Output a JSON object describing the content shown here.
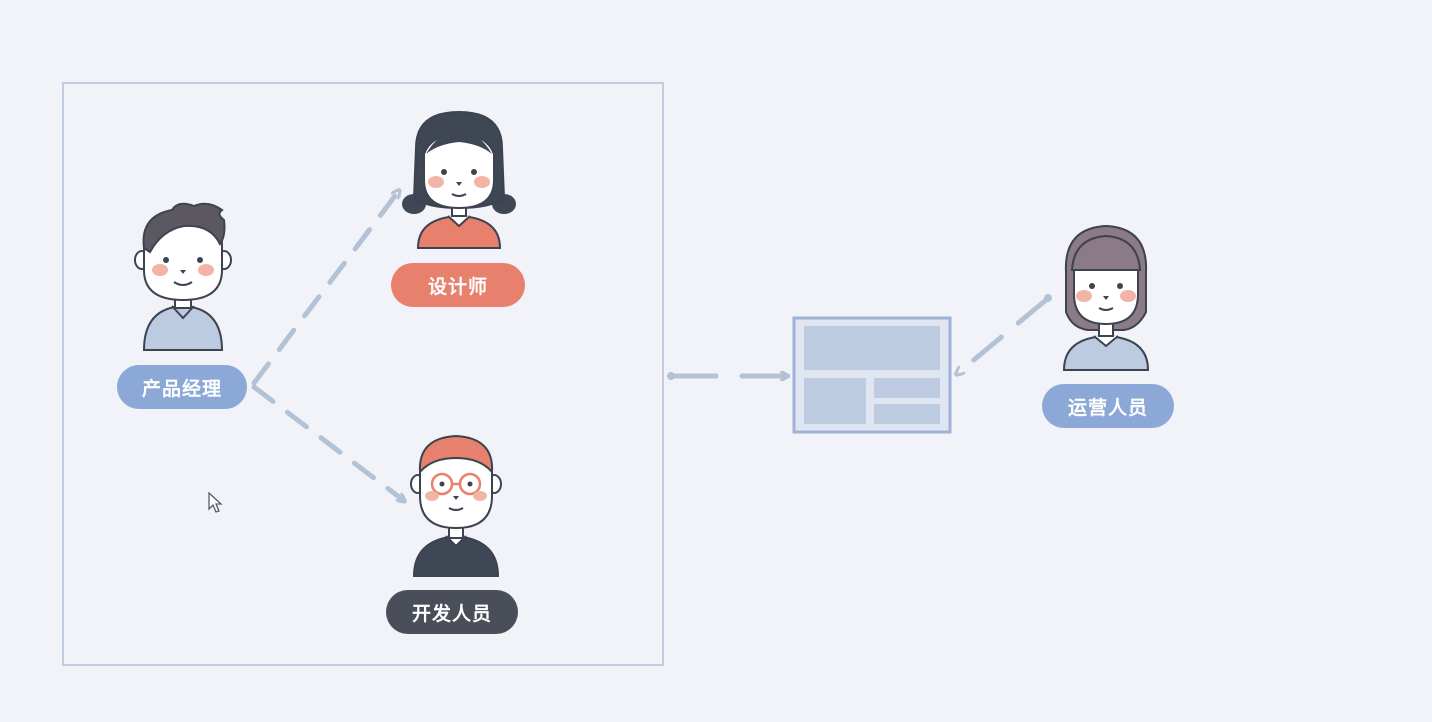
{
  "roles": {
    "product_manager": "产品经理",
    "designer": "设计师",
    "developer": "开发人员",
    "operations": "运营人员"
  },
  "icons": {
    "product_manager": "man-avatar-icon",
    "designer": "girl-avatar-icon",
    "developer": "glasses-avatar-icon",
    "operations": "woman-avatar-icon",
    "deliverable": "webpage-wireframe-icon",
    "cursor": "mouse-cursor-icon"
  },
  "colors": {
    "background": "#f1f3f8",
    "frame": "#c2cee0",
    "connector": "#b4c2d6",
    "pm_badge": "#8ca8d6",
    "designer_badge": "#e8806e",
    "developer_badge": "#4a4e58",
    "operations_badge": "#8ca8d6"
  }
}
